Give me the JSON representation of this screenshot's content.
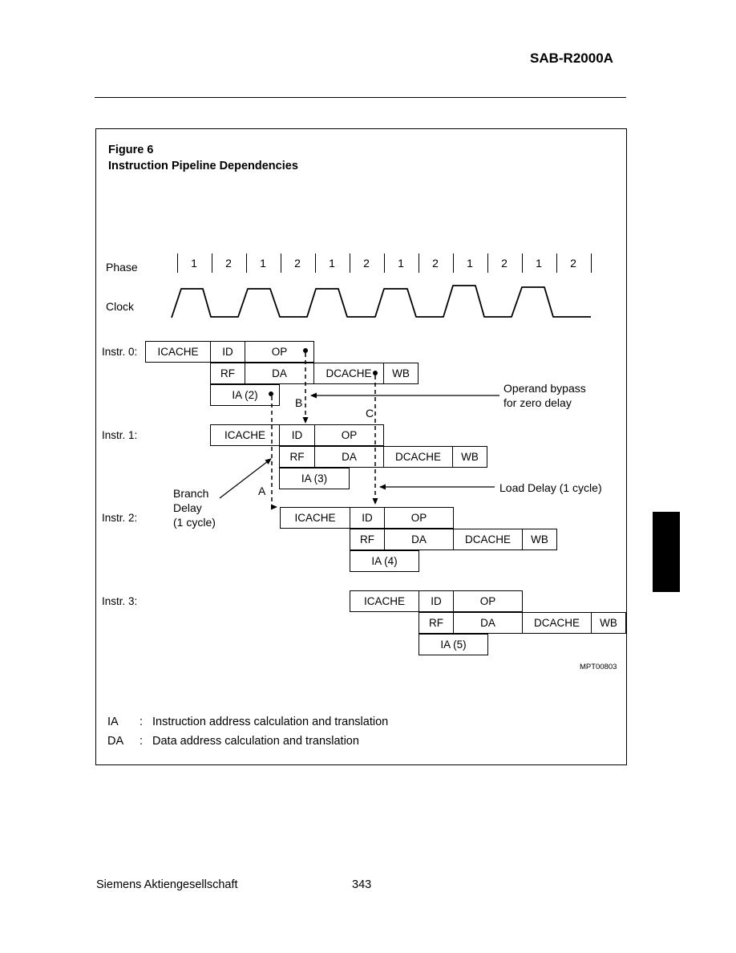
{
  "header": {
    "title": "SAB-R2000A"
  },
  "figure": {
    "number": "Figure 6",
    "title": "Instruction Pipeline Dependencies",
    "phase_label": "Phase",
    "clock_label": "Clock",
    "phases": [
      "1",
      "2",
      "1",
      "2",
      "1",
      "2",
      "1",
      "2",
      "1",
      "2",
      "1",
      "2"
    ],
    "instructions": [
      {
        "label": "Instr. 0:",
        "row1": [
          "ICACHE",
          "ID",
          "OP"
        ],
        "row2": [
          "RF",
          "DA",
          "DCACHE",
          "WB"
        ],
        "row3": "IA (2)"
      },
      {
        "label": "Instr. 1:",
        "row1": [
          "ICACHE",
          "ID",
          "OP"
        ],
        "row2": [
          "RF",
          "DA",
          "DCACHE",
          "WB"
        ],
        "row3": "IA (3)"
      },
      {
        "label": "Instr. 2:",
        "row1": [
          "ICACHE",
          "ID",
          "OP"
        ],
        "row2": [
          "RF",
          "DA",
          "DCACHE",
          "WB"
        ],
        "row3": "IA (4)"
      },
      {
        "label": "Instr. 3:",
        "row1": [
          "ICACHE",
          "ID",
          "OP"
        ],
        "row2": [
          "RF",
          "DA",
          "DCACHE",
          "WB"
        ],
        "row3": "IA (5)"
      }
    ],
    "markers": {
      "a": "A",
      "b": "B",
      "c": "C"
    },
    "annotations": {
      "bypass_line1": "Operand bypass",
      "bypass_line2": "for zero delay",
      "load_delay": "Load Delay  (1 cycle)",
      "branch_line1": "Branch",
      "branch_line2": "Delay",
      "branch_line3": "(1 cycle)"
    },
    "reference_code": "MPT00803",
    "legend": [
      {
        "abbr": "IA",
        "sep": ":",
        "text": "Instruction address calculation and translation"
      },
      {
        "abbr": "DA",
        "sep": ":",
        "text": "Data address calculation and translation"
      }
    ]
  },
  "footer": {
    "company": "Siemens Aktiengesellschaft",
    "page": "343"
  }
}
